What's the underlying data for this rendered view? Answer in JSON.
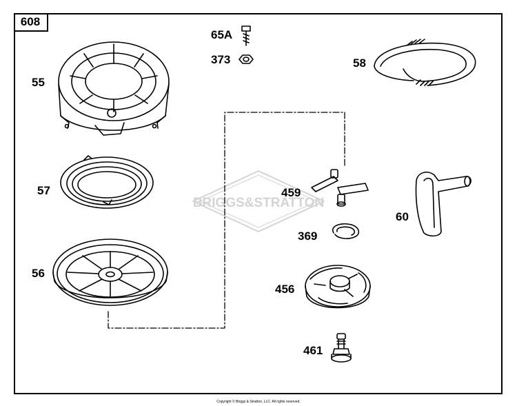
{
  "diagram_number": "608",
  "parts": [
    {
      "id": "p55",
      "label": "55"
    },
    {
      "id": "p57",
      "label": "57"
    },
    {
      "id": "p56",
      "label": "56"
    },
    {
      "id": "p65a",
      "label": "65A"
    },
    {
      "id": "p373",
      "label": "373"
    },
    {
      "id": "p58",
      "label": "58"
    },
    {
      "id": "p459",
      "label": "459"
    },
    {
      "id": "p60",
      "label": "60"
    },
    {
      "id": "p369",
      "label": "369"
    },
    {
      "id": "p456",
      "label": "456"
    },
    {
      "id": "p461",
      "label": "461"
    }
  ],
  "watermark": "BRIGGS&STRATTON",
  "copyright": "Copyright © Briggs & Stratton, LLC. All rights reserved."
}
